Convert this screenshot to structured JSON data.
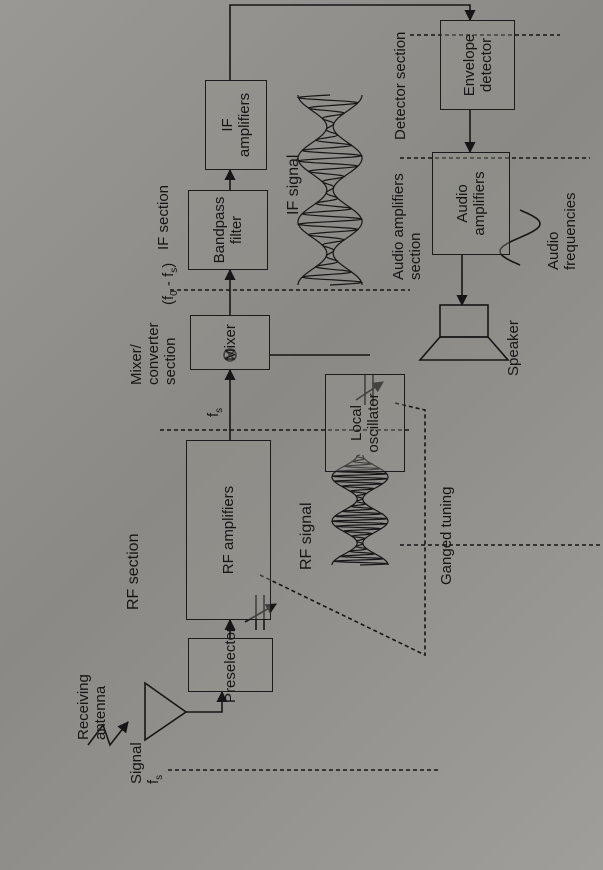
{
  "sections": {
    "rf": "RF section",
    "mixer": [
      "Mixer/",
      "converter",
      "section"
    ],
    "if": "IF section",
    "detector": "Detector section",
    "audio": [
      "Audio amplifiers",
      "section"
    ]
  },
  "blocks": {
    "antenna": [
      "Receiving",
      "antenna"
    ],
    "signal": [
      "Signal",
      "f"
    ],
    "signal_sub": "s",
    "preselector": "Preselector",
    "rf_amplifiers": "RF amplifiers",
    "mixer": "Mixer",
    "local_oscillator": [
      "Local",
      "oscillator"
    ],
    "bandpass": [
      "Bandpass",
      "filter"
    ],
    "if_amplifiers": [
      "IF",
      "amplifiers"
    ],
    "envelope": [
      "Envelope",
      "detector"
    ],
    "audio_amplifiers": [
      "Audio",
      "amplifiers"
    ],
    "speaker": "Speaker"
  },
  "labels": {
    "rf_signal": "RF signal",
    "if_signal": "IF signal",
    "ganged_tuning": "Ganged tuning",
    "fs": "f",
    "fs_sub": "s",
    "f0_minus_fs": "(f",
    "f0_sub": "0",
    "f0_mid": " - f",
    "f0_sub2": "s",
    "f0_end": ")",
    "audio_freq": [
      "Audio",
      "frequencies"
    ]
  },
  "icons": {
    "antenna": "triangle-antenna-icon",
    "lightning": "lightning-signal-icon",
    "variable_capacitor": "variable-capacitor-icon",
    "mixer_symbol": "circle-x-mixer-icon",
    "speaker": "speaker-icon",
    "rf_wave": "rf-waveform-icon",
    "if_wave": "if-waveform-icon",
    "audio_wave": "sine-wave-icon"
  },
  "colors": {
    "ink": "#161616",
    "paper": "#8e8c88"
  }
}
